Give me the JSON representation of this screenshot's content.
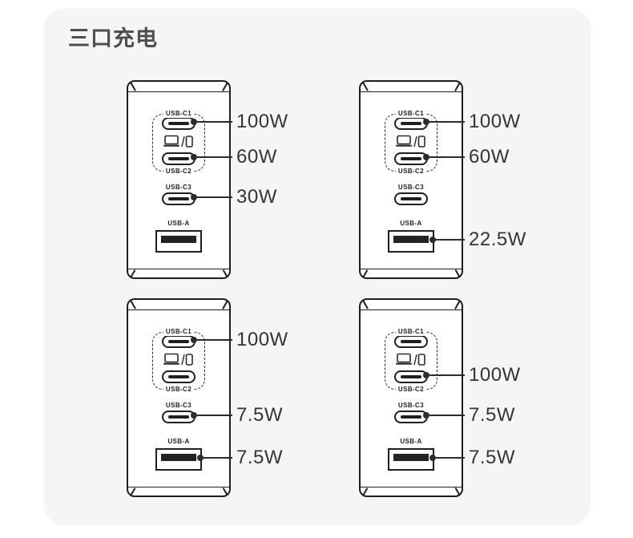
{
  "title": "三口充电",
  "colors": {
    "page_background": "#ffffff",
    "card_background": "#f5f5f6",
    "outline": "#1f1f1f",
    "wattage_text": "#353535",
    "title_text": "#4e4e4e"
  },
  "port_labels": {
    "c1": "USB-C1",
    "c2": "USB-C2",
    "c3": "USB-C3",
    "usba": "USB-A"
  },
  "icons": {
    "device_icon": "laptop-slash-phone-icon"
  },
  "chargers": [
    {
      "id": "top-left",
      "annotations": [
        {
          "port": "USB-C1",
          "watts": "100W"
        },
        {
          "port": "USB-C2",
          "watts": "60W"
        },
        {
          "port": "USB-C3",
          "watts": "30W"
        }
      ]
    },
    {
      "id": "top-right",
      "annotations": [
        {
          "port": "USB-C1",
          "watts": "100W"
        },
        {
          "port": "USB-C2",
          "watts": "60W"
        },
        {
          "port": "USB-A",
          "watts": "22.5W"
        }
      ]
    },
    {
      "id": "bottom-left",
      "annotations": [
        {
          "port": "USB-C1",
          "watts": "100W"
        },
        {
          "port": "USB-C3",
          "watts": "7.5W"
        },
        {
          "port": "USB-A",
          "watts": "7.5W"
        }
      ]
    },
    {
      "id": "bottom-right",
      "annotations": [
        {
          "port": "USB-C2",
          "watts": "100W"
        },
        {
          "port": "USB-C3",
          "watts": "7.5W"
        },
        {
          "port": "USB-A",
          "watts": "7.5W"
        }
      ]
    }
  ]
}
